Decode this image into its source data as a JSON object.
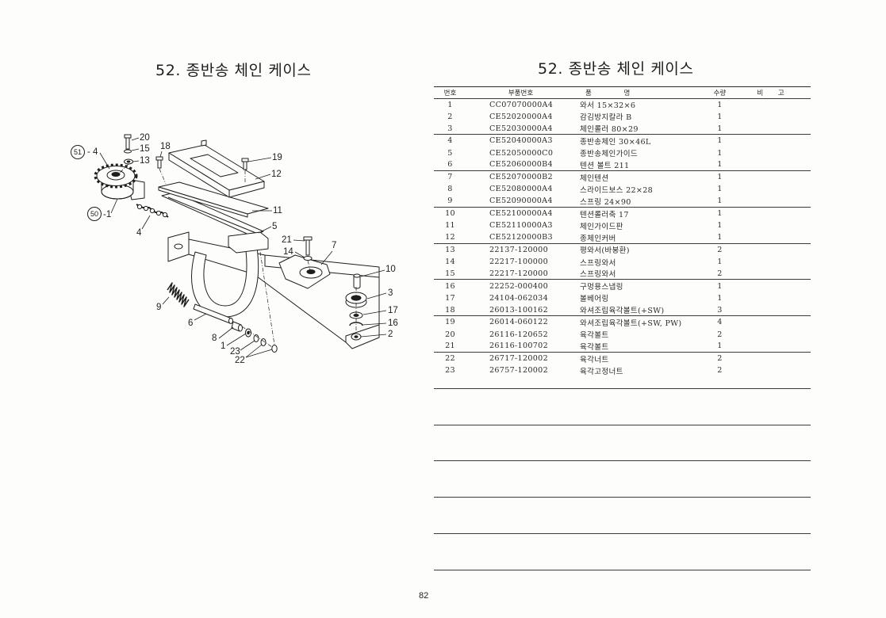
{
  "page_number": "82",
  "diagram": {
    "title": "52. 종반송 체인 케이스",
    "circled_refs": [
      {
        "number": "51",
        "suffix": "- 4"
      },
      {
        "number": "50",
        "suffix": "-1"
      }
    ],
    "callouts": [
      "20",
      "15",
      "13",
      "18",
      "19",
      "12",
      "11",
      "4",
      "5",
      "21",
      "7",
      "14",
      "10",
      "9",
      "3",
      "17",
      "16",
      "6",
      "2",
      "8",
      "1",
      "23",
      "22"
    ]
  },
  "parts_list": {
    "title": "52. 종반송 체인 케이스",
    "headers": {
      "no": "번호",
      "part_no": "부품번호",
      "name": "품 명",
      "qty": "수량",
      "remarks": "비 고"
    },
    "rows": [
      {
        "no": "1",
        "part_no": "CC07070000A4",
        "name": "와서 15×32×6",
        "qty": "1"
      },
      {
        "no": "2",
        "part_no": "CE52020000A4",
        "name": "감김방지칼라 B",
        "qty": "1"
      },
      {
        "no": "3",
        "part_no": "CE52030000A4",
        "name": "체인롤러 80×29",
        "qty": "1"
      },
      {
        "no": "4",
        "part_no": "CE52040000A3",
        "name": "종반송체인 30×46L",
        "qty": "1"
      },
      {
        "no": "5",
        "part_no": "CE52050000C0",
        "name": "종반송체인가이드",
        "qty": "1"
      },
      {
        "no": "6",
        "part_no": "CE52060000B4",
        "name": "텐션 볼트 211",
        "qty": "1"
      },
      {
        "no": "7",
        "part_no": "CE52070000B2",
        "name": "체인텐션",
        "qty": "1"
      },
      {
        "no": "8",
        "part_no": "CE52080000A4",
        "name": "스라이드보스 22×28",
        "qty": "1"
      },
      {
        "no": "9",
        "part_no": "CE52090000A4",
        "name": "스프링 24×90",
        "qty": "1"
      },
      {
        "no": "10",
        "part_no": "CE52100000A4",
        "name": "텐션롤러축 17",
        "qty": "1"
      },
      {
        "no": "11",
        "part_no": "CE52110000A3",
        "name": "체인가이드판",
        "qty": "1"
      },
      {
        "no": "12",
        "part_no": "CE52120000B3",
        "name": "종체인커버",
        "qty": "1"
      },
      {
        "no": "13",
        "part_no": "22137-120000",
        "name": "평와서(바붕환)",
        "qty": "2"
      },
      {
        "no": "14",
        "part_no": "22217-100000",
        "name": "스프링와서",
        "qty": "1"
      },
      {
        "no": "15",
        "part_no": "22217-120000",
        "name": "스프링와서",
        "qty": "2"
      },
      {
        "no": "16",
        "part_no": "22252-000400",
        "name": "구멍용스냅링",
        "qty": "1"
      },
      {
        "no": "17",
        "part_no": "24104-062034",
        "name": "볼베어링",
        "qty": "1"
      },
      {
        "no": "18",
        "part_no": "26013-100162",
        "name": "와셔조립육각볼트(+SW)",
        "qty": "3"
      },
      {
        "no": "19",
        "part_no": "26014-060122",
        "name": "와셔조립육각볼트(+SW, PW)",
        "qty": "4"
      },
      {
        "no": "20",
        "part_no": "26116-120652",
        "name": "육각볼트",
        "qty": "2"
      },
      {
        "no": "21",
        "part_no": "26116-100702",
        "name": "육각볼트",
        "qty": "1"
      },
      {
        "no": "22",
        "part_no": "26717-120002",
        "name": "육각너트",
        "qty": "2"
      },
      {
        "no": "23",
        "part_no": "26757-120002",
        "name": "육각고정너트",
        "qty": "2"
      }
    ]
  }
}
